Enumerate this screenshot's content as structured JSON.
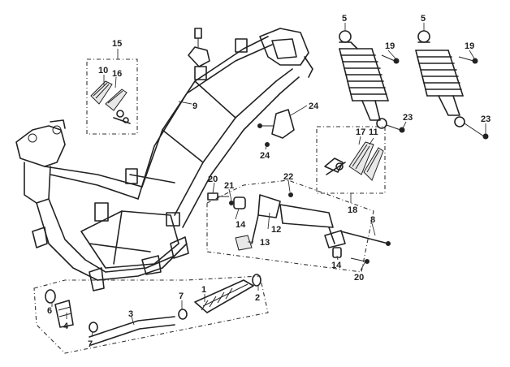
{
  "callouts": {
    "c1": "1",
    "c2": "2",
    "c3": "3",
    "c4": "4",
    "c5a": "5",
    "c5b": "5",
    "c6": "6",
    "c7a": "7",
    "c7b": "7",
    "c8": "8",
    "c9": "9",
    "c10": "10",
    "c11": "11",
    "c12": "12",
    "c13": "13",
    "c14a": "14",
    "c14b": "14",
    "c15": "15",
    "c16": "16",
    "c17": "17",
    "c18": "18",
    "c19a": "19",
    "c19b": "19",
    "c20a": "20",
    "c20b": "20",
    "c21": "21",
    "c22": "22",
    "c23a": "23",
    "c23b": "23",
    "c24a": "24",
    "c24b": "24"
  }
}
